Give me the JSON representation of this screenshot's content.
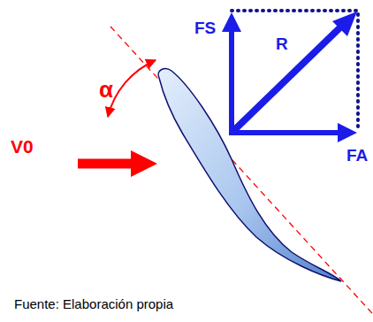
{
  "diagram": {
    "caption": "Fuente: Elaboración propia",
    "labels": [
      "α",
      "V0",
      "FS",
      "R",
      "FA"
    ]
  }
}
